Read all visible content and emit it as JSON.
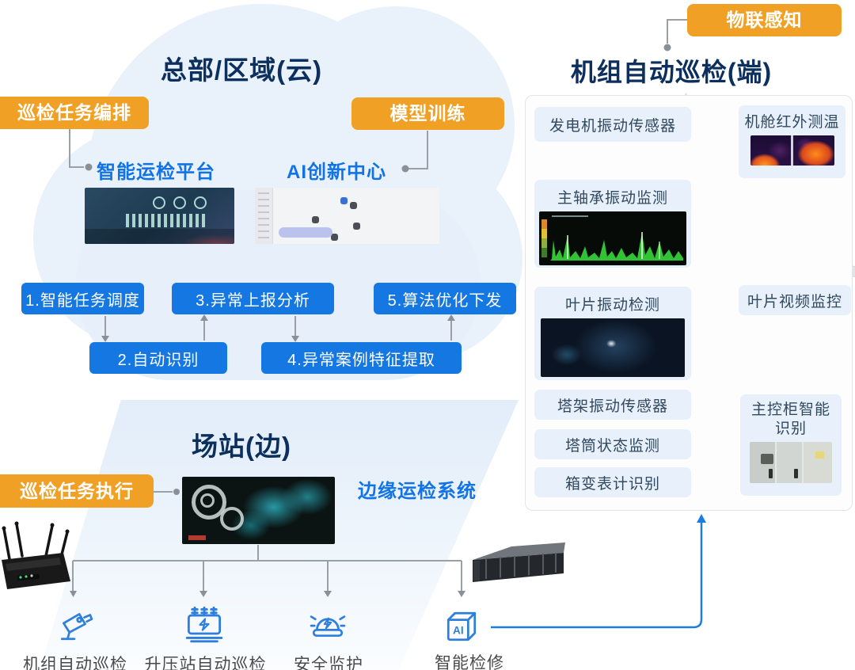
{
  "colors": {
    "accent_orange": "#F0A125",
    "accent_blue": "#1577E2",
    "navy_title": "#0C2F5E",
    "link_blue": "#1273E6",
    "connector_gray": "#9AA0A6",
    "connector_blue": "#1B7CE2",
    "sensor_box_bg": "#E7F0FB"
  },
  "cloud_section": {
    "title": "总部/区域(云)",
    "badges": {
      "orchestration": "巡检任务编排",
      "training": "模型训练"
    },
    "platform_label": "智能运检平台",
    "ai_center_label": "AI创新中心",
    "steps": [
      "1.智能任务调度",
      "2.自动识别",
      "3.异常上报分析",
      "4.异常案例特征提取",
      "5.算法优化下发"
    ]
  },
  "station_section": {
    "title": "场站(边)",
    "badge_execution": "巡检任务执行",
    "edge_system_label": "边缘运检系统",
    "capabilities": [
      {
        "label": "机组自动巡检"
      },
      {
        "label": "升压站自动巡检"
      },
      {
        "label": "安全监护"
      },
      {
        "label": "智能检修",
        "icon_text": "AI"
      }
    ]
  },
  "device_section": {
    "title": "机组自动巡检(端)",
    "badge_iot": "物联感知",
    "sensors": {
      "generator_vibration": "发电机振动传感器",
      "nacelle_infrared": "机舱红外测温",
      "main_bearing_vibration": "主轴承振动监测",
      "blade_vibration": "叶片振动检测",
      "blade_video": "叶片视频监控",
      "tower_vibration": "塔架振动传感器",
      "tower_status": "塔筒状态监测",
      "box_transformer_meter": "箱变表计识别",
      "main_control_cabinet": "主控柜智能识别"
    }
  }
}
